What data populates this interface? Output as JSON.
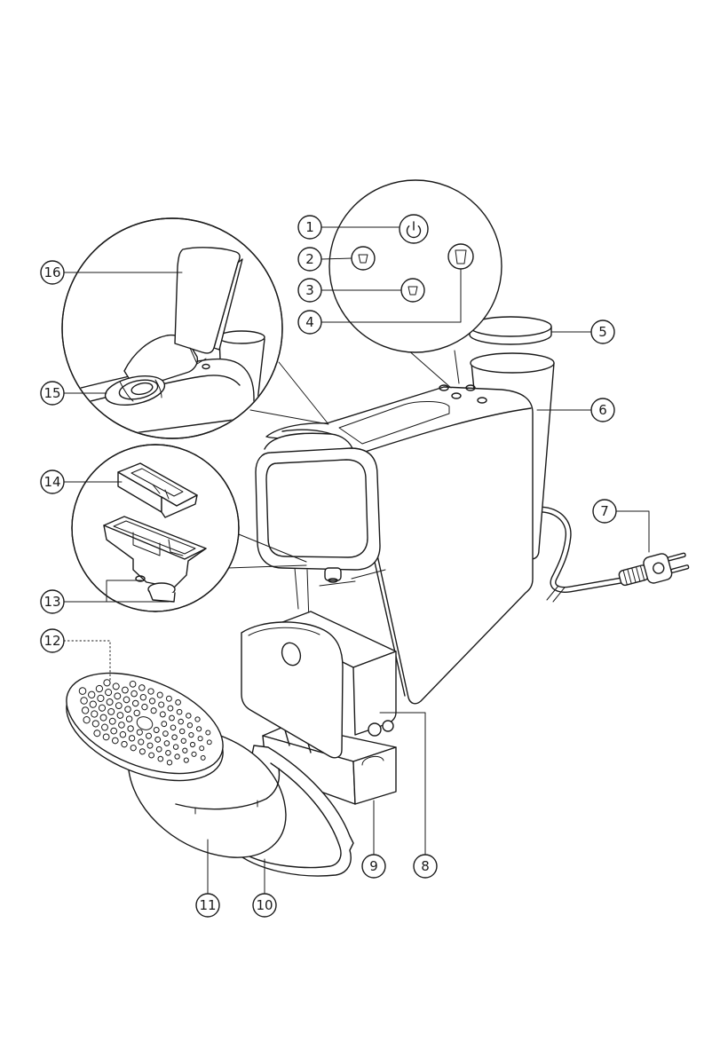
{
  "callouts": [
    "1",
    "2",
    "3",
    "4",
    "5",
    "6",
    "7",
    "8",
    "9",
    "10",
    "11",
    "12",
    "13",
    "14",
    "15",
    "16"
  ],
  "control_panel_icons": [
    "power-icon",
    "small-cup-icon",
    "small-cup-icon",
    "large-cup-icon"
  ],
  "colors": {
    "line": "#1a1a1a",
    "background": "#ffffff"
  }
}
